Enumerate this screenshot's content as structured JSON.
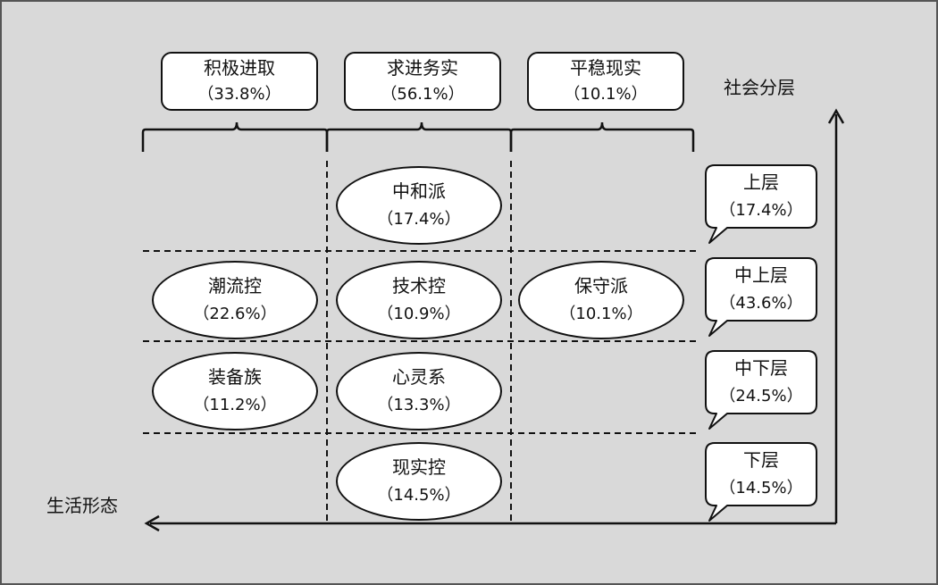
{
  "axes": {
    "horizontal_label": "生活形态",
    "vertical_label": "社会分层"
  },
  "column_headers": [
    {
      "name": "积极进取",
      "percent": "（33.8%）"
    },
    {
      "name": "求进务实",
      "percent": "（56.1%）"
    },
    {
      "name": "平稳现实",
      "percent": "（10.1%）"
    }
  ],
  "segments": [
    {
      "name": "中和派",
      "percent": "（17.4%）"
    },
    {
      "name": "潮流控",
      "percent": "（22.6%）"
    },
    {
      "name": "技术控",
      "percent": "（10.9%）"
    },
    {
      "name": "保守派",
      "percent": "（10.1%）"
    },
    {
      "name": "装备族",
      "percent": "（11.2%）"
    },
    {
      "name": "心灵系",
      "percent": "（13.3%）"
    },
    {
      "name": "现实控",
      "percent": "（14.5%）"
    }
  ],
  "social_classes": [
    {
      "name": "上层",
      "percent": "（17.4%）"
    },
    {
      "name": "中上层",
      "percent": "（43.6%）"
    },
    {
      "name": "中下层",
      "percent": "（24.5%）"
    },
    {
      "name": "下层",
      "percent": "（14.5%）"
    }
  ]
}
